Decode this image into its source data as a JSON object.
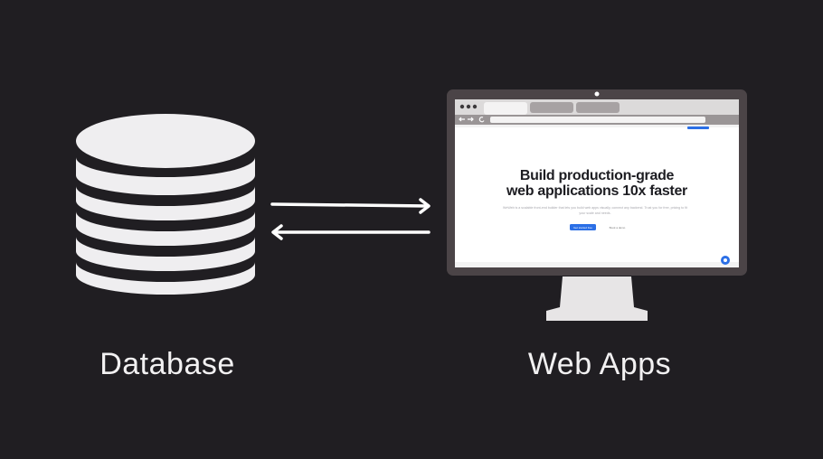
{
  "labels": {
    "database": "Database",
    "web_apps": "Web Apps"
  },
  "webpage": {
    "title_line1": "Build production-grade",
    "title_line2": "web applications 10x faster",
    "subtitle": "WeWeb is a scalable front-end builder that lets you build web apps visually, connect any backend. Trust you for free, pricing to fit your scale and needs.",
    "primary_button": "Get started free",
    "secondary_button": "Book a demo"
  },
  "colors": {
    "background": "#201e22",
    "database_fill": "#efeef0",
    "monitor_frame": "#4b4447",
    "monitor_stand": "#e7e5e6",
    "accent_blue": "#2b6fe6"
  }
}
